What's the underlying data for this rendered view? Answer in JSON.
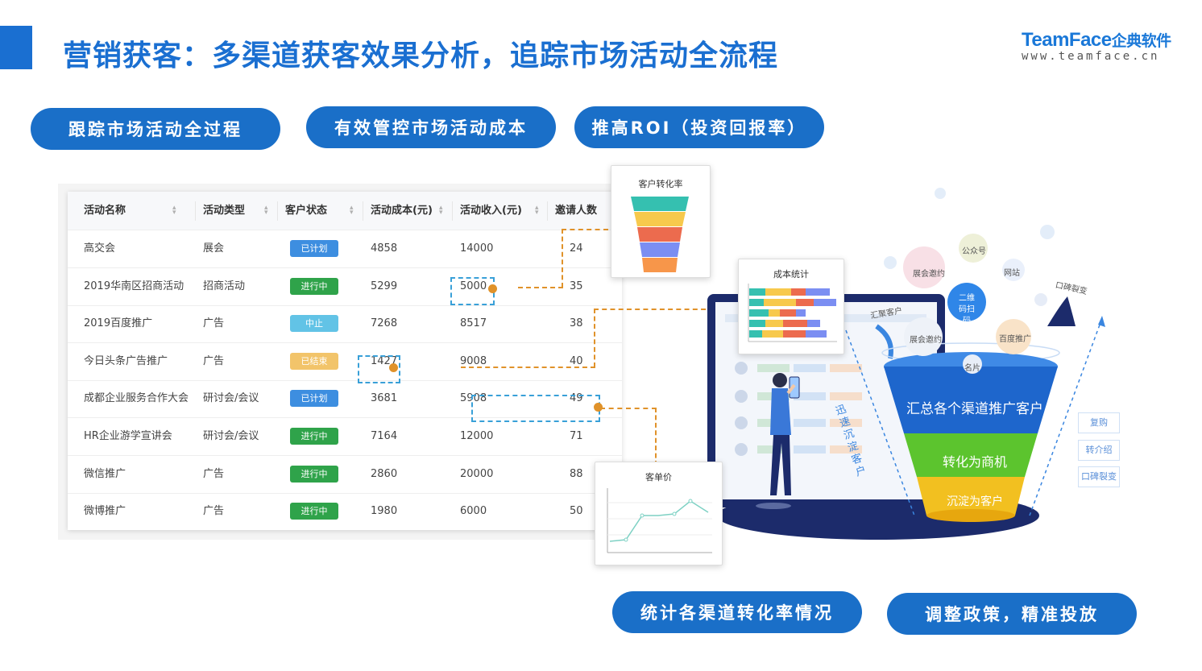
{
  "header": {
    "title": "营销获客：多渠道获客效果分析，追踪市场活动全流程",
    "logo_main": "TeamFace",
    "logo_cn": "企典软件",
    "logo_url": "www.teamface.cn"
  },
  "top_pills": [
    "跟踪市场活动全过程",
    "有效管控市场活动成本",
    "推高ROI（投资回报率）"
  ],
  "bottom_pills": [
    "统计各渠道转化率情况",
    "调整政策，精准投放"
  ],
  "table": {
    "headers": [
      "活动名称",
      "活动类型",
      "客户状态",
      "活动成本(元)",
      "活动收入(元)",
      "邀请人数"
    ],
    "rows": [
      {
        "name": "高交会",
        "type": "展会",
        "status": "已计划",
        "cost": "4858",
        "income": "14000",
        "invited": "24"
      },
      {
        "name": "2019华南区招商活动",
        "type": "招商活动",
        "status": "进行中",
        "cost": "5299",
        "income": "5000",
        "invited": "35"
      },
      {
        "name": "2019百度推广",
        "type": "广告",
        "status": "中止",
        "cost": "7268",
        "income": "8517",
        "invited": "38"
      },
      {
        "name": "今日头条广告推广",
        "type": "广告",
        "status": "已结束",
        "cost": "1427",
        "income": "9008",
        "invited": "40"
      },
      {
        "name": "成都企业服务合作大会",
        "type": "研讨会/会议",
        "status": "已计划",
        "cost": "3681",
        "income": "5908",
        "invited": "49"
      },
      {
        "name": "HR企业游学宣讲会",
        "type": "研讨会/会议",
        "status": "进行中",
        "cost": "7164",
        "income": "12000",
        "invited": "71"
      },
      {
        "name": "微信推广",
        "type": "广告",
        "status": "进行中",
        "cost": "2860",
        "income": "20000",
        "invited": "88"
      },
      {
        "name": "微博推广",
        "type": "广告",
        "status": "进行中",
        "cost": "1980",
        "income": "6000",
        "invited": "50"
      }
    ],
    "status_colors": {
      "已计划": "#3d8ee0",
      "进行中": "#2fa34a",
      "中止": "#62c3e6",
      "已结束": "#f2c46a"
    }
  },
  "cards": {
    "conversion_title": "客户转化率",
    "cost_title": "成本统计",
    "price_title": "客单价"
  },
  "illustration": {
    "channels": [
      "展会邀约",
      "公众号",
      "网站",
      "二维码扫码",
      "展会邀约",
      "百度推广",
      "名片",
      "口碑裂变"
    ],
    "gather_label": "汇聚客户",
    "fast_label": "迅速沉淀客户",
    "funnel_top": "汇总各个渠道推广客户",
    "funnel_mid": "转化为商机",
    "funnel_bottom": "沉淀为客户",
    "side_tags": [
      "复购",
      "转介绍",
      "口碑裂变"
    ]
  }
}
